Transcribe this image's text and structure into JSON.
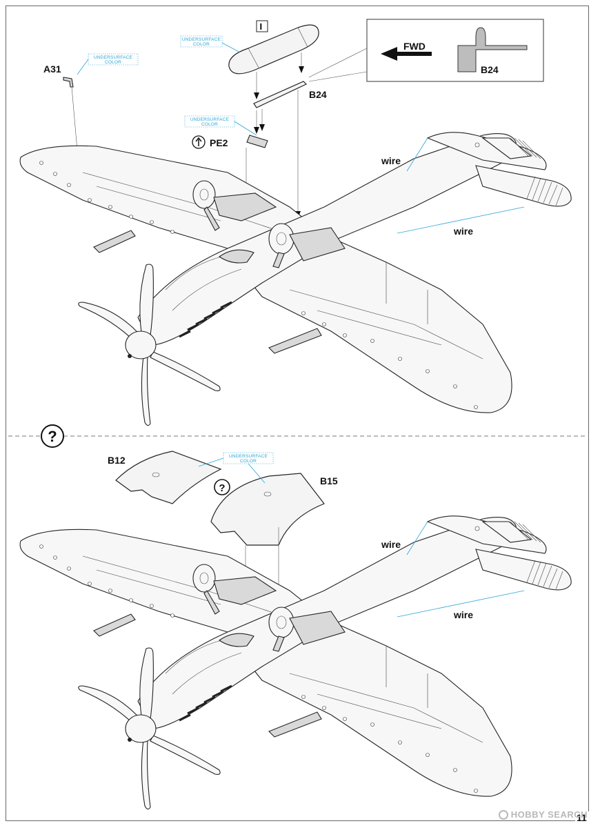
{
  "step_number": "11",
  "watermark": "HOBBY SEARCH",
  "labels": {
    "a31": "A31",
    "b24": "B24",
    "b24_inset": "B24",
    "pe2": "PE2",
    "b12": "B12",
    "b15": "B15",
    "fwd": "FWD",
    "option_mark": "I",
    "wire_top_1": "wire",
    "wire_top_2": "wire",
    "wire_bottom_1": "wire",
    "wire_bottom_2": "wire",
    "question_mark_big": "?",
    "question_mark_small": "?"
  },
  "color_notes": {
    "note_a31": [
      "UNDERSURFACE",
      "COLOR"
    ],
    "note_tank": [
      "UNDERSURFACE",
      "COLOR"
    ],
    "note_pe2": [
      "UNDERSURFACE",
      "COLOR"
    ],
    "note_b15": [
      "UNDERSURFACE",
      "COLOR"
    ]
  },
  "colors": {
    "note_blue": "#2aa4d6",
    "line": "#222222",
    "part_fill": "#f4f4f4"
  },
  "icons": {
    "bend_symbol": "bend-arrow-icon",
    "question": "question-circle-icon"
  }
}
